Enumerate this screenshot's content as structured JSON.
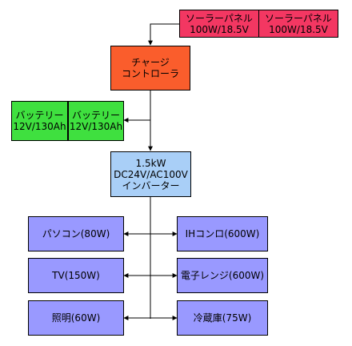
{
  "solar_panels": [
    {
      "line1": "ソーラーパネル",
      "line2": "100W/18.5V"
    },
    {
      "line1": "ソーラーパネル",
      "line2": "100W/18.5V"
    }
  ],
  "charge_controller": {
    "line1": "チャージ",
    "line2": "コントローラ"
  },
  "batteries": [
    {
      "line1": "バッテリー",
      "line2": "12V/130Ah"
    },
    {
      "line1": "バッテリー",
      "line2": "12V/130Ah"
    }
  ],
  "inverter": {
    "line1": "1.5kW",
    "line2": "DC24V/AC100V",
    "line3": "インバーター"
  },
  "appliances_left": [
    "パソコン(80W)",
    "TV(150W)",
    "照明(60W)"
  ],
  "appliances_right": [
    "IHコンロ(600W)",
    "電子レンジ(600W)",
    "冷蔵庫(75W)"
  ],
  "colors": {
    "solar": "#f33762",
    "controller": "#fa5d2c",
    "battery": "#3fe03f",
    "inverter": "#a9cff7",
    "appliance": "#9999ff"
  }
}
